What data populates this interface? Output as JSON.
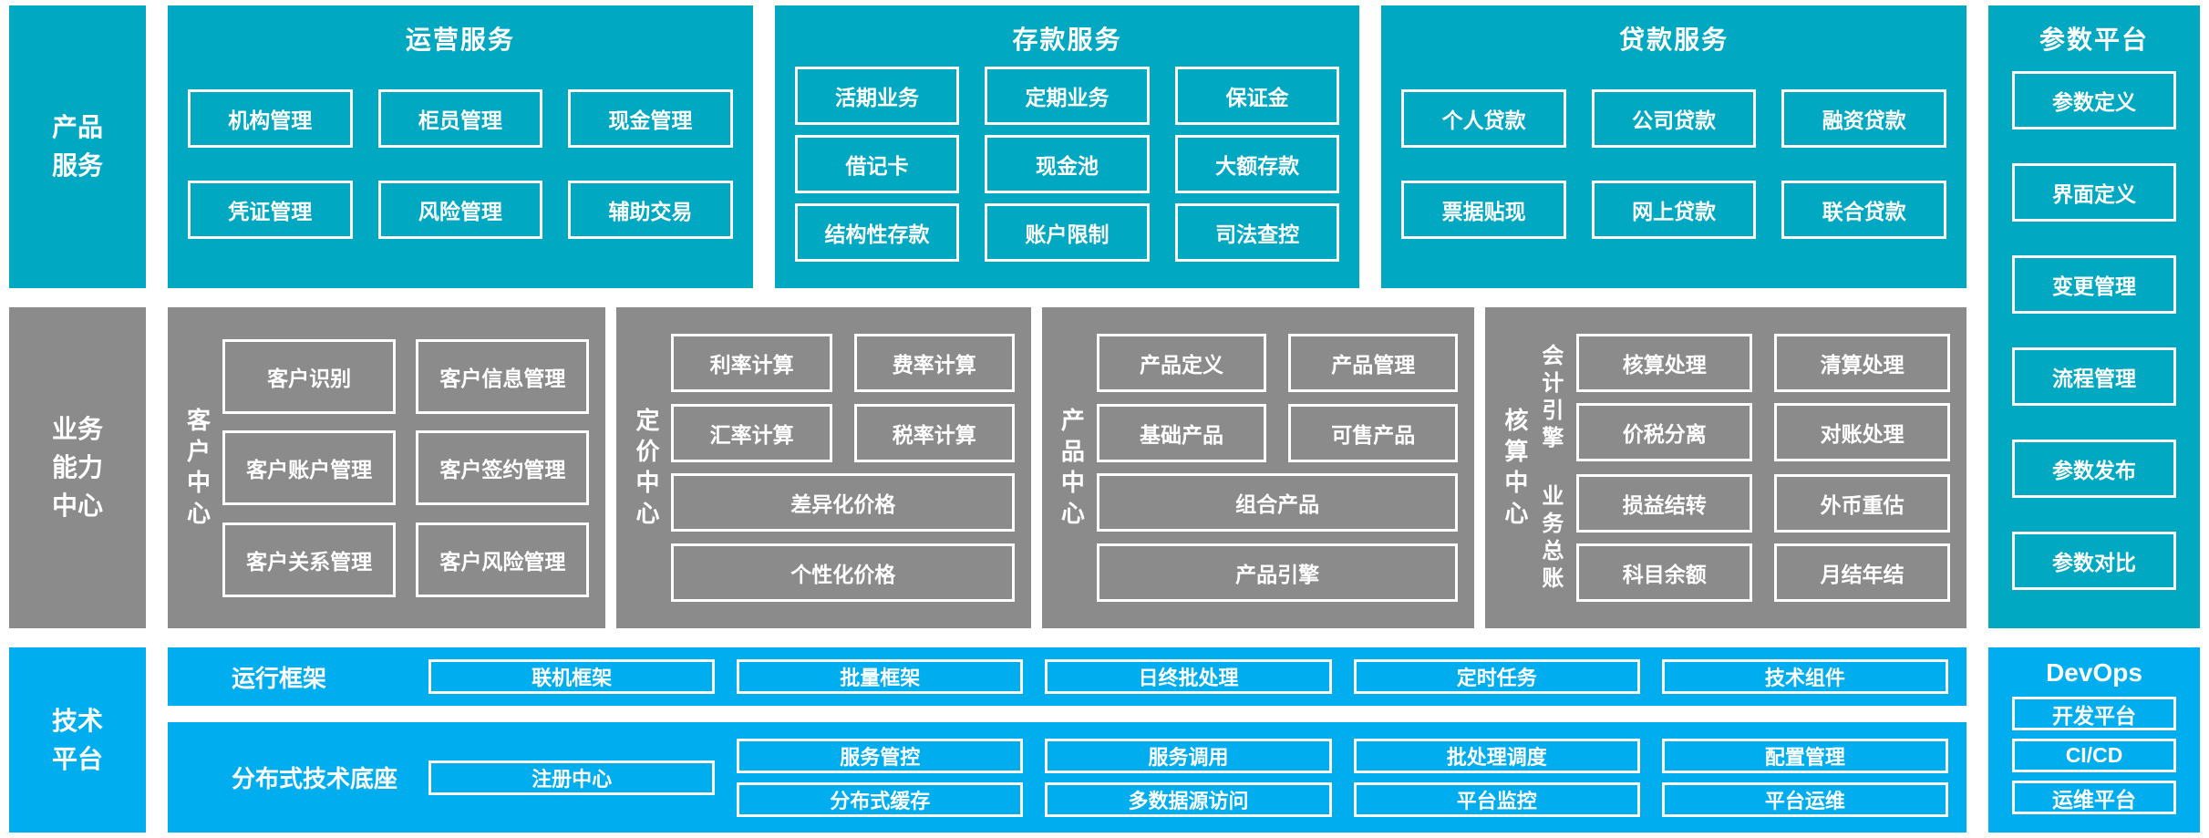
{
  "colors": {
    "teal": "#00A8C2",
    "gray": "#8B8B8B",
    "blue": "#00AEEF",
    "text": "#FFFFFF"
  },
  "rows": {
    "product": {
      "label": "产品\n服务",
      "operations": {
        "title": "运营服务",
        "items": [
          "机构管理",
          "柜员管理",
          "现金管理",
          "凭证管理",
          "风险管理",
          "辅助交易"
        ]
      },
      "deposits": {
        "title": "存款服务",
        "items": [
          "活期业务",
          "定期业务",
          "保证金",
          "借记卡",
          "现金池",
          "大额存款",
          "结构性存款",
          "账户限制",
          "司法查控"
        ]
      },
      "loans": {
        "title": "贷款服务",
        "items": [
          "个人贷款",
          "公司贷款",
          "融资贷款",
          "票据贴现",
          "网上贷款",
          "联合贷款"
        ]
      }
    },
    "parameter": {
      "title": "参数平台",
      "items": [
        "参数定义",
        "界面定义",
        "变更管理",
        "流程管理",
        "参数发布",
        "参数对比"
      ]
    },
    "capability": {
      "label": "业务\n能力\n中心",
      "customer": {
        "label": "客户中心",
        "items": [
          "客户识别",
          "客户信息管理",
          "客户账户管理",
          "客户签约管理",
          "客户关系管理",
          "客户风险管理"
        ]
      },
      "pricing": {
        "label": "定价中心",
        "items": [
          "利率计算",
          "费率计算",
          "汇率计算",
          "税率计算"
        ],
        "wide": [
          "差异化价格",
          "个性化价格"
        ]
      },
      "product": {
        "label": "产品中心",
        "items": [
          "产品定义",
          "产品管理",
          "基础产品",
          "可售产品"
        ],
        "wide": [
          "组合产品",
          "产品引擎"
        ]
      },
      "accounting": {
        "label": "核算中心",
        "groups": [
          {
            "label": "会计引擎",
            "items": [
              "核算处理",
              "清算处理",
              "价税分离",
              "对账处理"
            ]
          },
          {
            "label": "业务总账",
            "items": [
              "损益结转",
              "外币重估",
              "科目余额",
              "月结年结"
            ]
          }
        ]
      }
    },
    "tech": {
      "label": "技术\n平台",
      "runtime": {
        "label": "运行框架",
        "items": [
          "联机框架",
          "批量框架",
          "日终批处理",
          "定时任务",
          "技术组件"
        ]
      },
      "distributed": {
        "label": "分布式技术底座",
        "registry": "注册中心",
        "columns": [
          [
            "服务管控",
            "分布式缓存"
          ],
          [
            "服务调用",
            "多数据源访问"
          ],
          [
            "批处理调度",
            "平台监控"
          ],
          [
            "配置管理",
            "平台运维"
          ]
        ]
      }
    },
    "devops": {
      "title": "DevOps",
      "items": [
        "开发平台",
        "CI/CD",
        "运维平台"
      ]
    }
  }
}
